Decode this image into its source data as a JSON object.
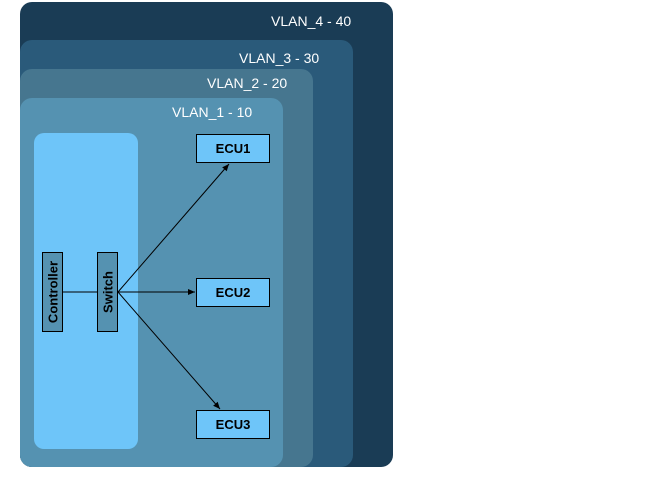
{
  "vlans": [
    {
      "label": "VLAN_4 - 40",
      "color": "#1a3c55"
    },
    {
      "label": "VLAN_3 - 30",
      "color": "#2a5a7a"
    },
    {
      "label": "VLAN_2 - 20",
      "color": "#46768f"
    },
    {
      "label": "VLAN_1 - 10",
      "color": "#5592b1"
    }
  ],
  "nodes": {
    "controller": "Controller",
    "switch": "Switch",
    "ecu1": "ECU1",
    "ecu2": "ECU2",
    "ecu3": "ECU3"
  },
  "colors": {
    "inner_panel": "#6ec5f9",
    "box_fill_light": "#6ec5f9",
    "box_fill_dark": "#5592b1",
    "stroke": "#000000"
  }
}
